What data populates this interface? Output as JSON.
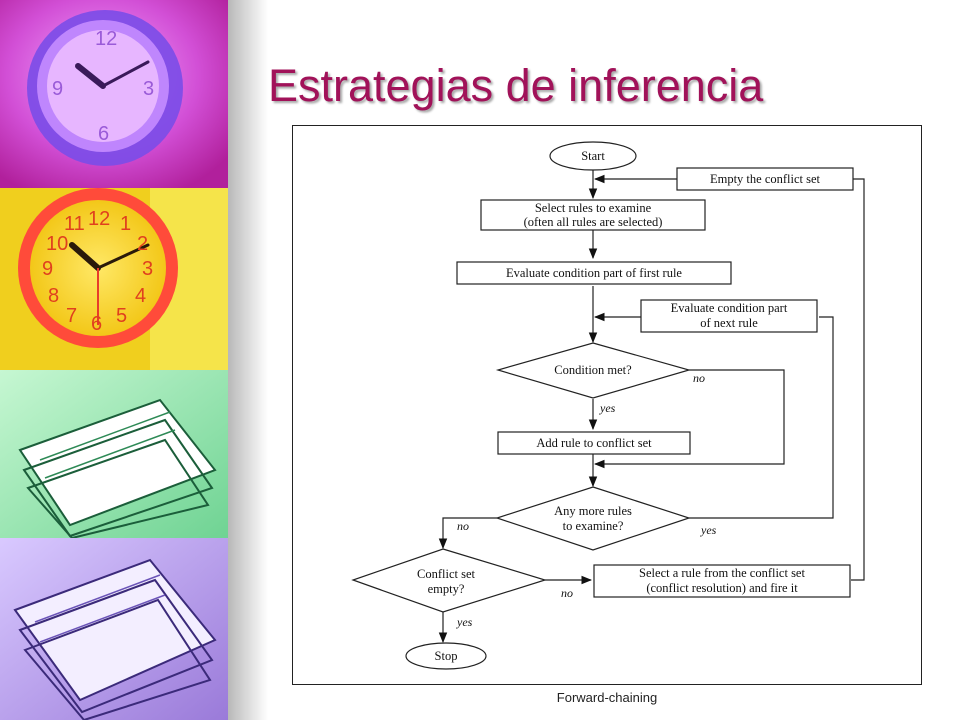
{
  "slide": {
    "title": "Estrategias de inferencia",
    "caption": "Forward-chaining"
  },
  "sidebar": {
    "panels": [
      "clock-purple",
      "clock-orange",
      "papers-green",
      "papers-lavender"
    ]
  },
  "flowchart": {
    "start": "Start",
    "empty_conflict_set": "Empty the conflict set",
    "select_rules": [
      "Select rules to examine",
      "(often all rules are selected)"
    ],
    "evaluate_first": "Evaluate condition part of first rule",
    "evaluate_next": [
      "Evaluate condition part",
      "of next rule"
    ],
    "condition_met": "Condition met?",
    "add_rule": "Add rule to conflict set",
    "any_more_rules": [
      "Any more rules",
      "to examine?"
    ],
    "conflict_set_empty": [
      "Conflict set",
      "empty?"
    ],
    "select_rule_fire": [
      "Select a rule from the conflict set",
      "(conflict resolution) and fire it"
    ],
    "stop": "Stop",
    "edge_labels": {
      "condition_no": "no",
      "condition_yes": "yes",
      "more_no": "no",
      "more_yes": "yes",
      "empty_no": "no",
      "empty_yes": "yes"
    }
  },
  "colors": {
    "title": "#a11259",
    "clock_purple_bg": "#d24fd6",
    "clock_orange_bg": "#f0cf1e",
    "papers_green_bg": "#9fe6b0",
    "papers_lavender_bg": "#b89ae8"
  }
}
